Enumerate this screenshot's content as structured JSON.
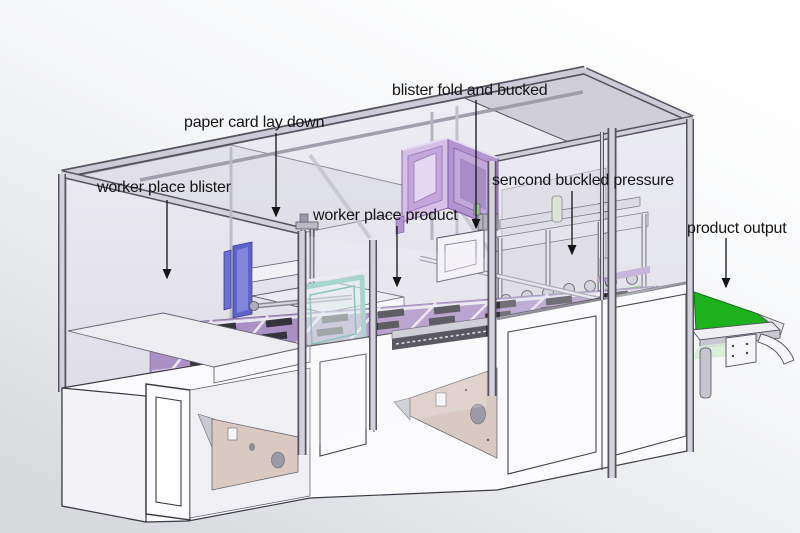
{
  "diagram": {
    "kind": "cad-machine-annotation",
    "labels": [
      {
        "id": "worker-place-blister",
        "text": "worker place blister"
      },
      {
        "id": "paper-card-lay-down",
        "text": "paper card lay down"
      },
      {
        "id": "blister-fold-and-bucked",
        "text": "blister fold and bucked"
      },
      {
        "id": "worker-place-product",
        "text": "worker place product"
      },
      {
        "id": "sencond-buckled-pressure",
        "text": "sencond buckled pressure"
      },
      {
        "id": "product-output",
        "text": "product output"
      }
    ],
    "colors": {
      "frame_rail": "#ccccd8",
      "frame_edge": "#56545e",
      "window_panel": "#e9e8f0",
      "conveyor_purple": "#ab90c6",
      "tray_dark": "#34333b",
      "feeder_blue": "#5e64cc",
      "fold_box_purple": "#b294d0",
      "window_teal": "#92cfc2",
      "belt_green": "#1db11d",
      "brace_beige": "#dac9c2",
      "cabinet_white": "#fbfbfd",
      "annotation_text": "#151515"
    }
  }
}
